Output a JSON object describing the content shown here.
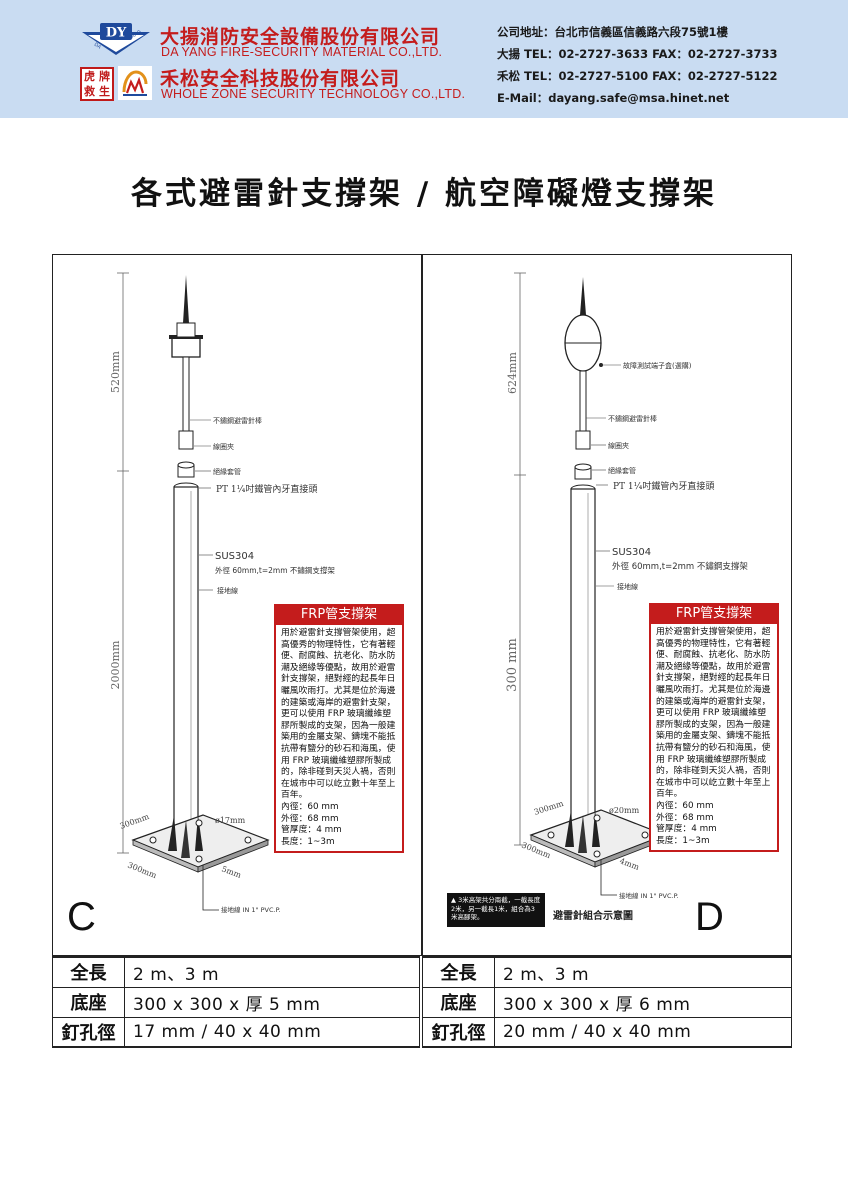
{
  "header": {
    "company1_name": "大揚消防安全設備股份有限公司",
    "company1_en": "DA YANG FIRE-SECURITY MATERIAL CO.,LTD.",
    "company2_name": "禾松安全科技股份有限公司",
    "company2_en": "WHOLE ZONE SECURITY TECHNOLOGY CO.,LTD.",
    "logo_dy": "DY",
    "logo_dy_left": "DA",
    "logo_dy_right": "YANG",
    "seal_chars": [
      "虎",
      "牌",
      "救",
      "生"
    ],
    "address": "公司地址：台北市信義區信義路六段75號1樓",
    "tel1": "大揚 TEL：02-2727-3633  FAX：02-2727-3733",
    "tel2": "禾松 TEL：02-2727-5100  FAX：02-2727-5122",
    "email": "E-Mail：dayang.safe@msa.hinet.net"
  },
  "title": "各式避雷針支撐架 / 航空障礙燈支撐架",
  "colors": {
    "header_bg": "#c9dcf2",
    "brand_red": "#c41c1c",
    "brand_blue": "#1f4a9c"
  },
  "panel_c": {
    "letter": "C",
    "dims": {
      "top": "520mm",
      "main": "2000mm",
      "base1": "300mm",
      "base2": "300mm",
      "hole": "ø17mm",
      "thickness": "5mm"
    },
    "labels": {
      "rod": "不鏽鋼避雷針棒",
      "clamp": "線圈夾",
      "insulator": "絕緣套管",
      "thread": "PT  1¼吋鐵管內牙直接頭",
      "pipe_mat": "SUS304",
      "pipe_spec": "外徑 60mm,t=2mm 不鏽鋼支撐架",
      "ground": "接地線",
      "pvc": "接地線 IN 1\" PVC.P."
    },
    "frp": {
      "title": "FRP管支撐架",
      "body": "用於避雷針支撐管架使用，超高優秀的物理特性，它有著輕便、耐腐蝕、抗老化、防水防潮及絕緣等優點，故用於避雷針支撐架，絕對經的起長年日曬風吹雨打。尤其是位於海邊的建築或海岸的避雷針支架，更可以使用 FRP 玻璃纖維塑膠所製成的支架，因為一般建築用的金屬支架、鑄塊不能抵抗帶有鹽分的砂石和海風，使用 FRP 玻璃纖維塑膠所製成的，除非碰到天災人禍，否則在城市中可以屹立數十年至上百年。",
      "specs": [
        "內徑：60 mm",
        "外徑：68 mm",
        "管厚度：4 mm",
        "長度：1~3m"
      ]
    }
  },
  "panel_d": {
    "letter": "D",
    "dims": {
      "top": "624mm",
      "main": "300 mm",
      "base1": "300mm",
      "base2": "300mm",
      "hole": "ø20mm",
      "thickness": "4mm"
    },
    "labels": {
      "test": "故障測試端子盒(選購)",
      "rod": "不鏽鋼避雷針棒",
      "clamp": "線圈夾",
      "insulator": "絕緣套管",
      "thread": "PT  1¼吋鐵管內牙直接頭",
      "pipe_mat": "SUS304",
      "pipe_spec": "外徑 60mm,t=2mm 不鏽鋼支撐架",
      "ground": "接地線",
      "pvc": "接地線 IN 1\" PVC.P."
    },
    "frp": {
      "title": "FRP管支撐架",
      "body": "用於避雷針支撐管架使用，超高優秀的物理特性，它有著輕便、耐腐蝕、抗老化、防水防潮及絕緣等優點，故用於避雷針支撐架，絕對經的起長年日曬風吹雨打。尤其是位於海邊的建築或海岸的避雷針支架，更可以使用 FRP 玻璃纖維塑膠所製成的支架，因為一般建築用的金屬支架、鑄塊不能抵抗帶有鹽分的砂石和海風，使用 FRP 玻璃纖維塑膠所製成的，除非碰到天災人禍，否則在城市中可以屹立數十年至上百年。",
      "specs": [
        "內徑：60 mm",
        "外徑：68 mm",
        "管厚度：4 mm",
        "長度：1~3m"
      ]
    },
    "note": "▲ 3米高架共分兩截，一截長度2米，另一截長1米，組合為3米高腳架。",
    "caption": "避雷針組合示意圖"
  },
  "table_c": [
    {
      "label": "全長",
      "value": "2 m、3 m"
    },
    {
      "label": "底座",
      "value": "300 x 300 x 厚 5 mm"
    },
    {
      "label": "釘孔徑",
      "value": "17 mm / 40 x 40 mm"
    }
  ],
  "table_d": [
    {
      "label": "全長",
      "value": "2 m、3 m"
    },
    {
      "label": "底座",
      "value": "300 x 300 x 厚 6 mm"
    },
    {
      "label": "釘孔徑",
      "value": "20 mm / 40 x 40 mm"
    }
  ]
}
